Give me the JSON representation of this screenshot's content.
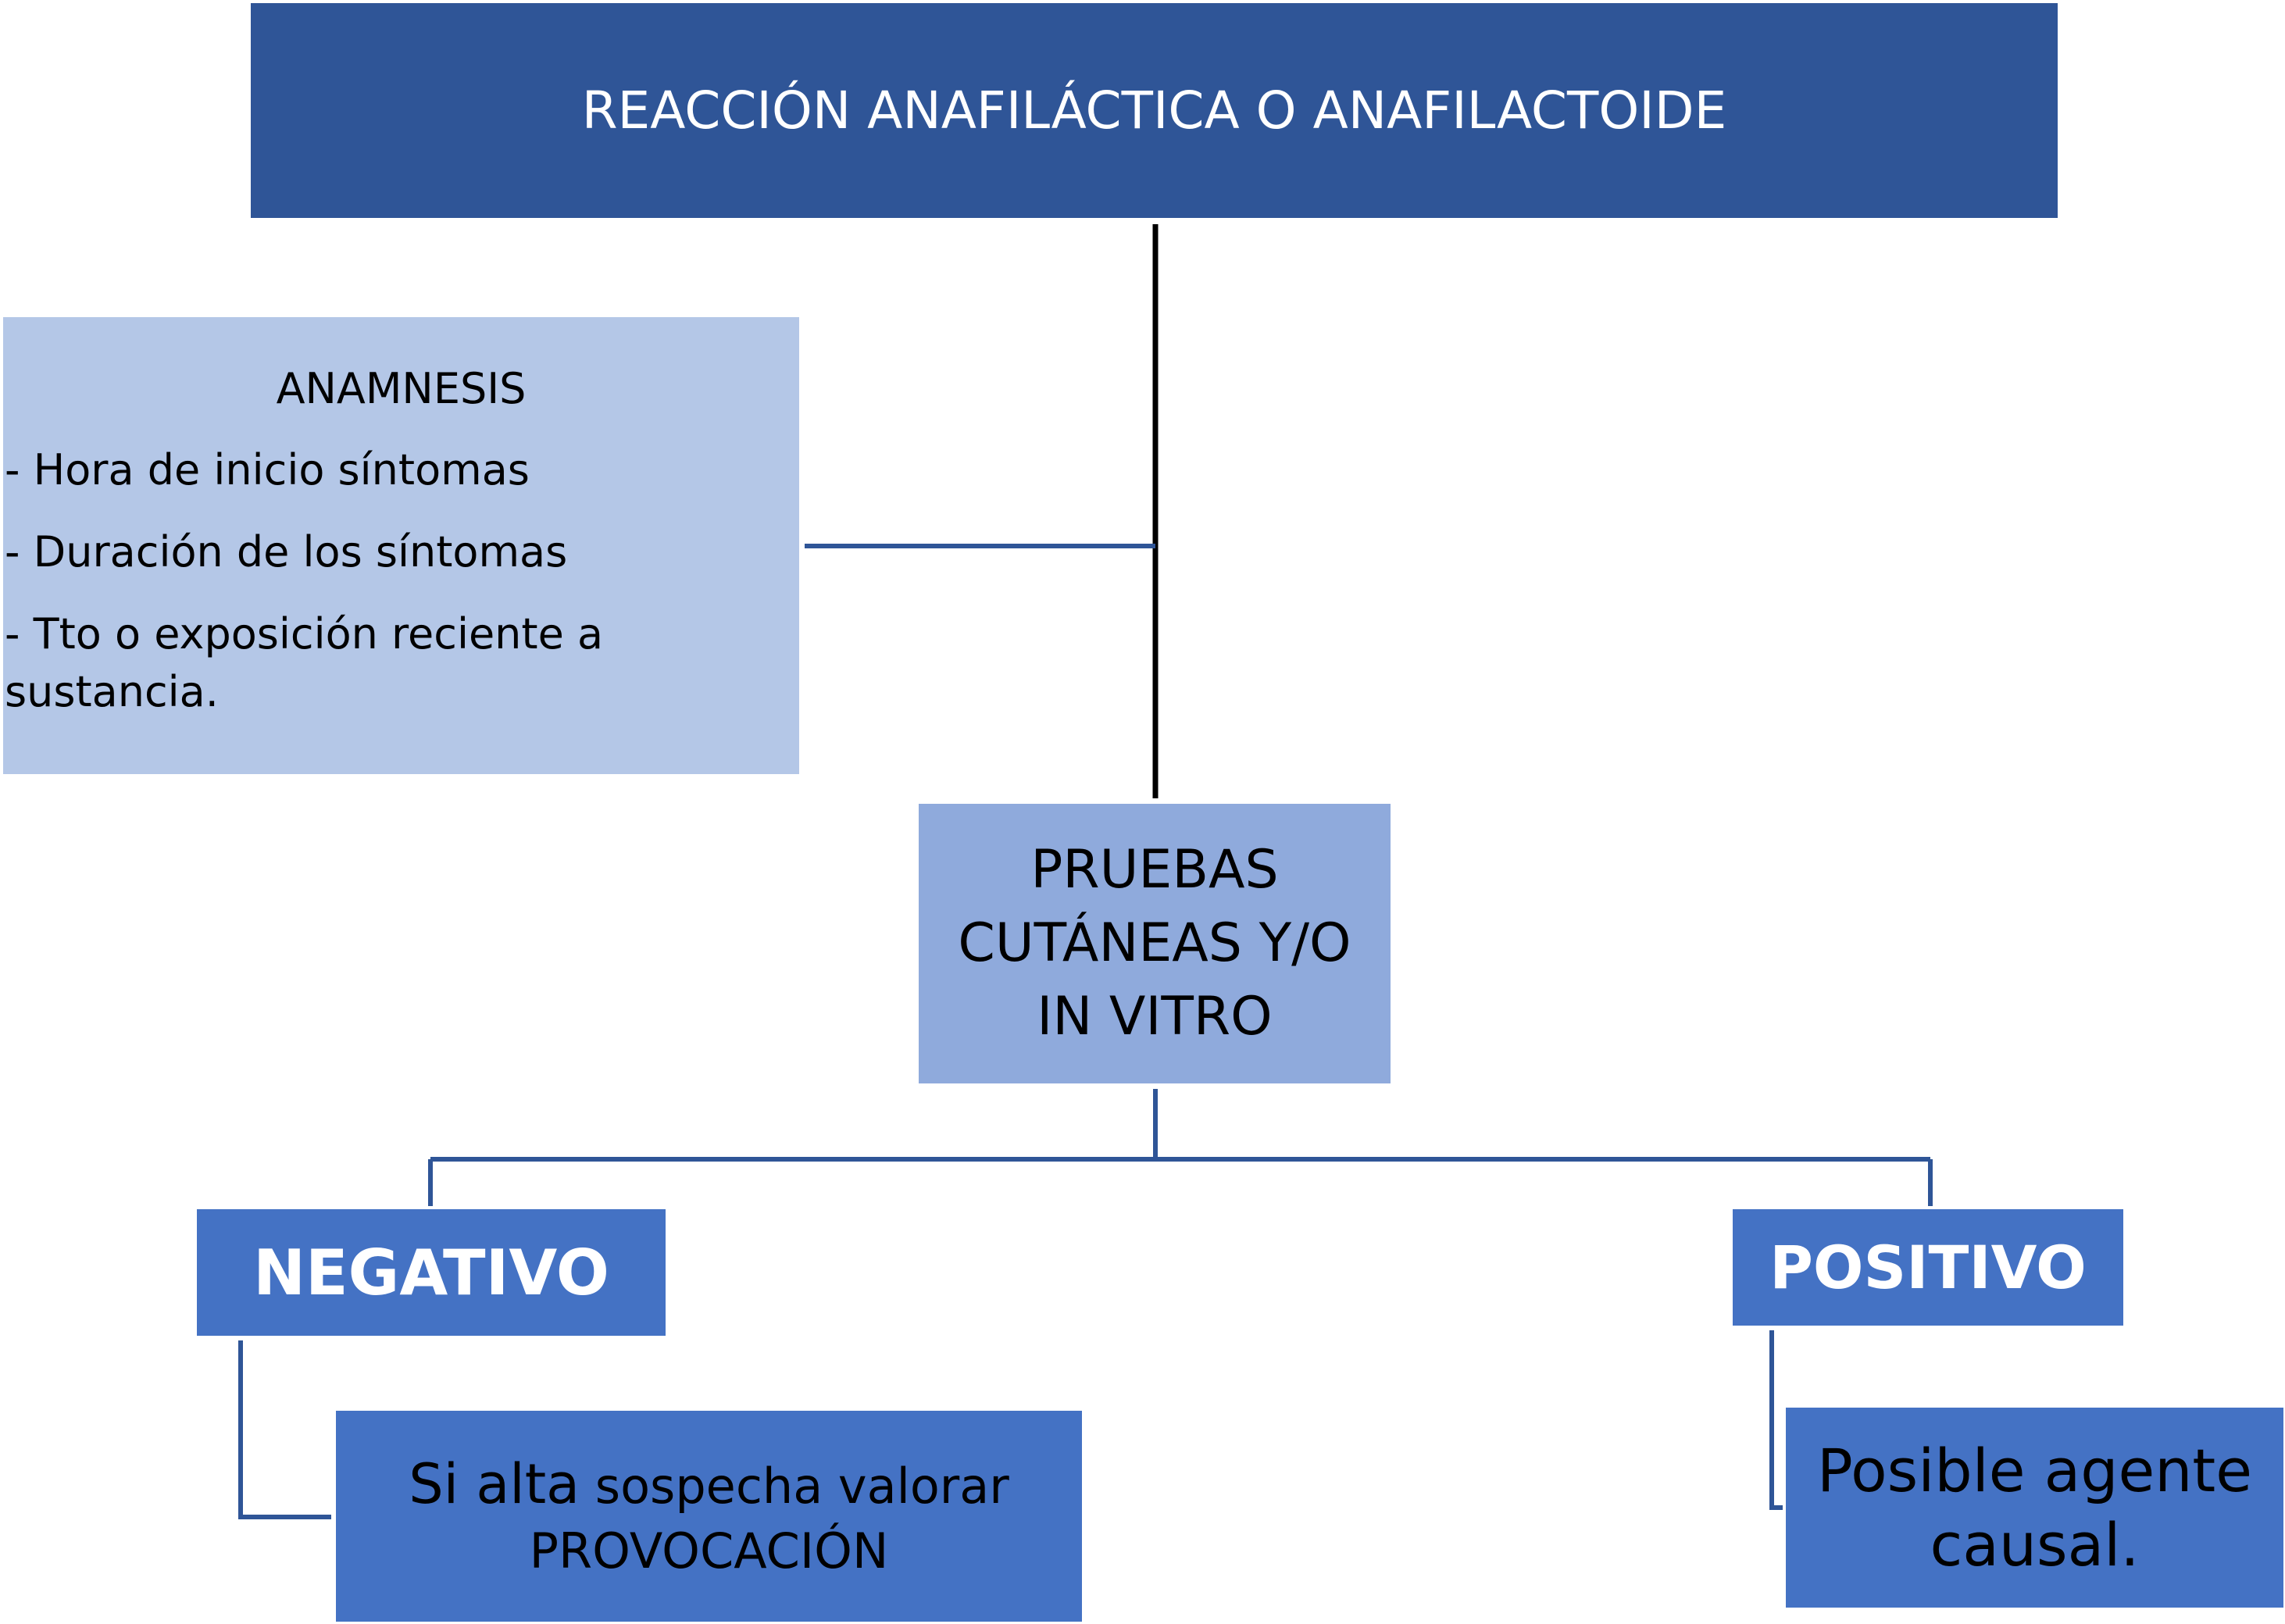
{
  "title": "REACCIÓN ANAFILÁCTICA O ANAFILACTOIDE",
  "anamnesis": {
    "heading": "ANAMNESIS",
    "items": [
      "- Hora de inicio síntomas",
      "- Duración de los síntomas",
      "- Tto o exposición reciente a"
    ],
    "continuation": "sustancia."
  },
  "pruebas": {
    "lines": [
      "PRUEBAS",
      "CUTÁNEAS Y/O",
      "IN VITRO"
    ]
  },
  "negativo": {
    "label": "NEGATIVO",
    "result_part1": "Si alta",
    "result_part2": " sospecha valorar",
    "result_line2": "PROVOCACIÓN"
  },
  "positivo": {
    "label": "POSITIVO",
    "result_lines": [
      "Posible agente",
      "causal."
    ]
  },
  "colors": {
    "title_box": "#2f5597",
    "anamnesis_box": "#b4c7e7",
    "pruebas_box": "#8faadc",
    "result_boxes": "#4472c4",
    "connector": "#2f5597",
    "main_stem": "#000000"
  }
}
